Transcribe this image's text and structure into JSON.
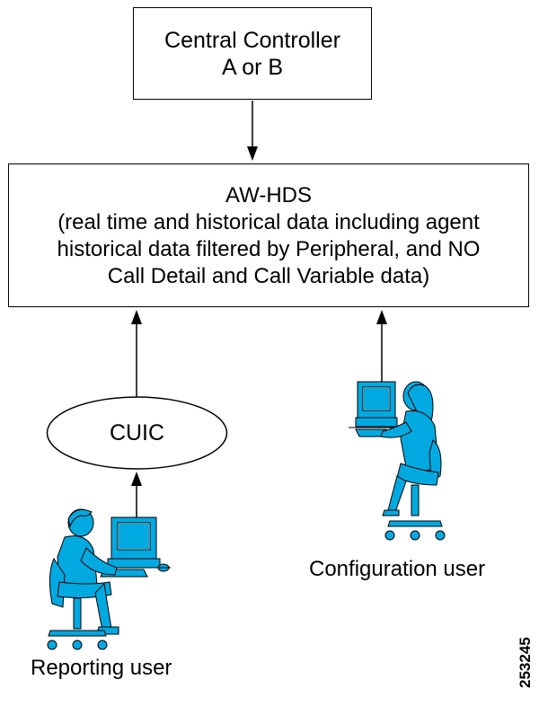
{
  "nodes": {
    "central_controller": {
      "line1": "Central Controller",
      "line2": "A or B"
    },
    "aw_hds": {
      "line1": "AW-HDS",
      "line2": "(real time and historical data including agent",
      "line3": "historical data filtered by Peripheral, and NO",
      "line4": "Call Detail and Call Variable data)"
    },
    "cuic": {
      "label": "CUIC"
    }
  },
  "users": {
    "configuration": {
      "label": "Configuration user",
      "icon": "female-user-at-computer-icon"
    },
    "reporting": {
      "label": "Reporting user",
      "icon": "male-user-at-computer-icon"
    }
  },
  "figure_number": "253245",
  "colors": {
    "figure_fill": "#00a9e0",
    "stroke": "#000000"
  }
}
